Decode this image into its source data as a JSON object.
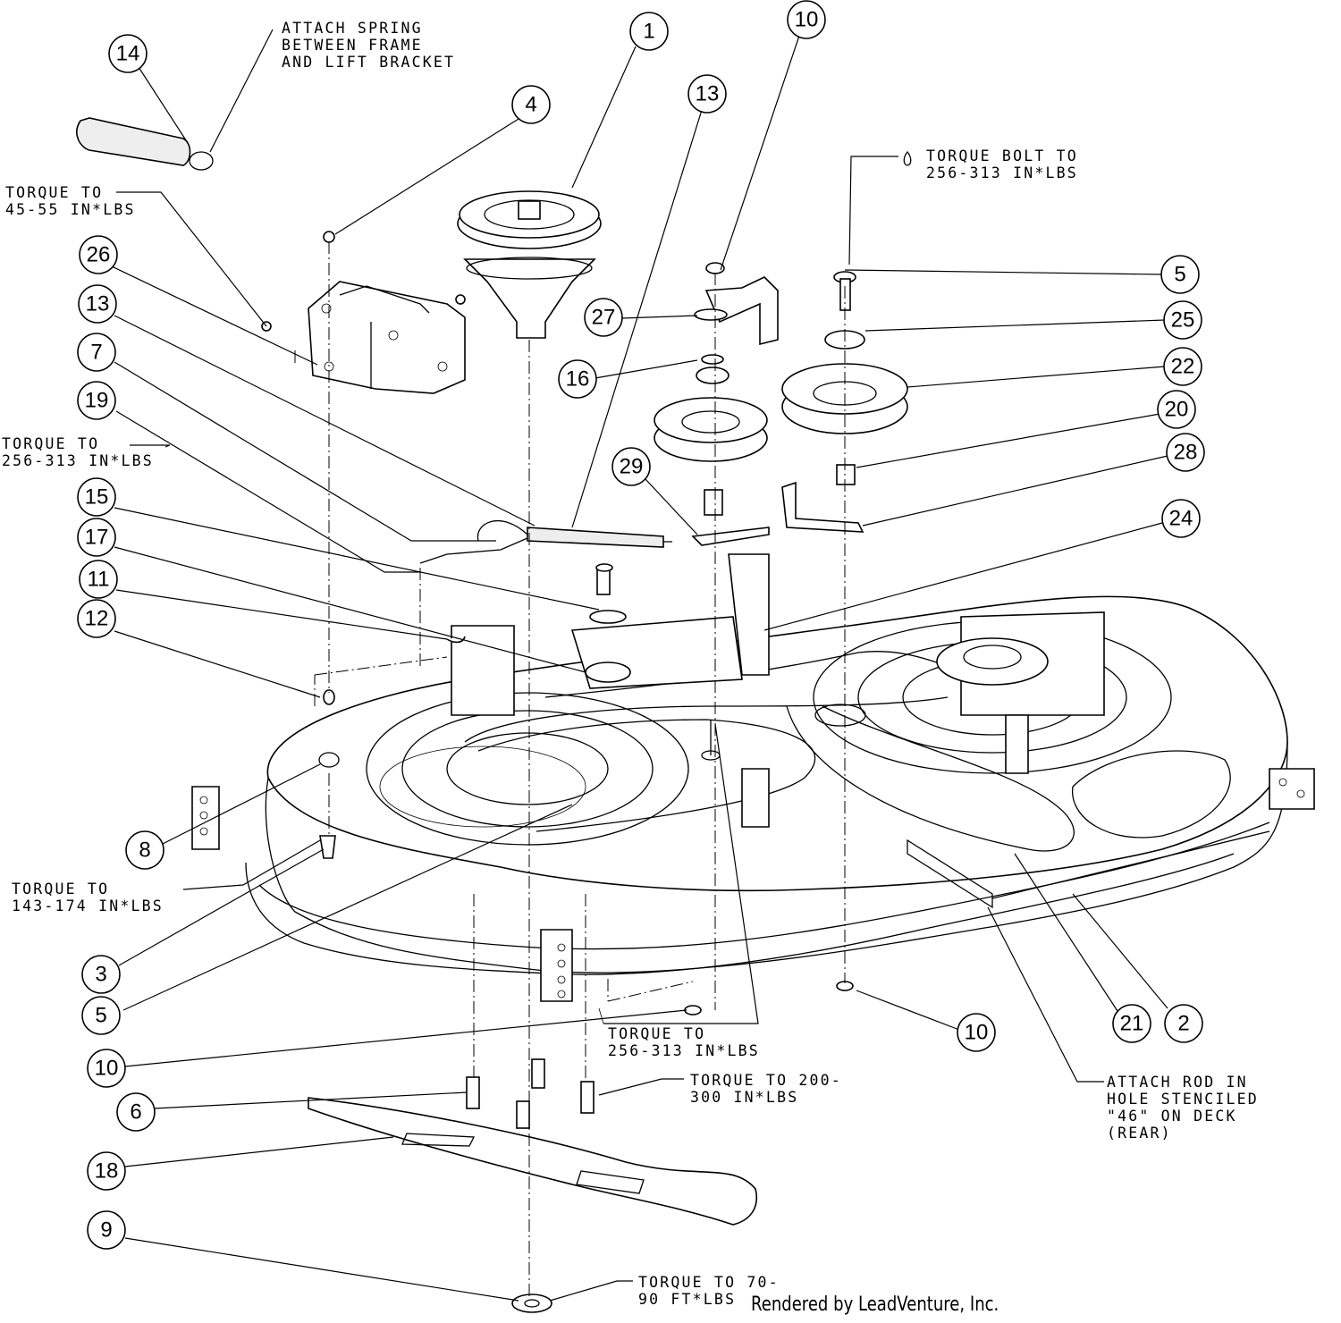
{
  "callouts": [
    {
      "id": "c1",
      "label": "1"
    },
    {
      "id": "c10a",
      "label": "10"
    },
    {
      "id": "c13a",
      "label": "13"
    },
    {
      "id": "c4",
      "label": "4"
    },
    {
      "id": "c14",
      "label": "14"
    },
    {
      "id": "c26",
      "label": "26"
    },
    {
      "id": "c13b",
      "label": "13"
    },
    {
      "id": "c7",
      "label": "7"
    },
    {
      "id": "c19",
      "label": "19"
    },
    {
      "id": "c15",
      "label": "15"
    },
    {
      "id": "c17",
      "label": "17"
    },
    {
      "id": "c11",
      "label": "11"
    },
    {
      "id": "c12",
      "label": "12"
    },
    {
      "id": "c5a",
      "label": "5"
    },
    {
      "id": "c25",
      "label": "25"
    },
    {
      "id": "c22",
      "label": "22"
    },
    {
      "id": "c20",
      "label": "20"
    },
    {
      "id": "c28",
      "label": "28"
    },
    {
      "id": "c24",
      "label": "24"
    },
    {
      "id": "c27",
      "label": "27"
    },
    {
      "id": "c16",
      "label": "16"
    },
    {
      "id": "c29",
      "label": "29"
    },
    {
      "id": "c8",
      "label": "8"
    },
    {
      "id": "c3",
      "label": "3"
    },
    {
      "id": "c5b",
      "label": "5"
    },
    {
      "id": "c10b",
      "label": "10"
    },
    {
      "id": "c6",
      "label": "6"
    },
    {
      "id": "c18",
      "label": "18"
    },
    {
      "id": "c9",
      "label": "9"
    },
    {
      "id": "c10c",
      "label": "10"
    },
    {
      "id": "c21",
      "label": "21"
    },
    {
      "id": "c2",
      "label": "2"
    }
  ],
  "notes": {
    "spring": "ATTACH SPRING\nBETWEEN FRAME\nAND LIFT BRACKET",
    "torque_45_55": "TORQUE TO\n45-55 IN*LBS",
    "torque_256_left": "TORQUE TO\n256-313 IN*LBS",
    "torque_bolt": "TORQUE BOLT TO\n256-313 IN*LBS",
    "torque_143": "TORQUE TO\n143-174 IN*LBS",
    "torque_256_bottom": "TORQUE TO\n256-313 IN*LBS",
    "torque_200": "TORQUE TO 200-\n300 IN*LBS",
    "attach_rod": "ATTACH ROD IN\nHOLE STENCILED\n\"46\" ON DECK\n(REAR)",
    "torque_70": "TORQUE TO 70-\n90 FT*LBS"
  },
  "credit": "Rendered by LeadVenture, Inc."
}
